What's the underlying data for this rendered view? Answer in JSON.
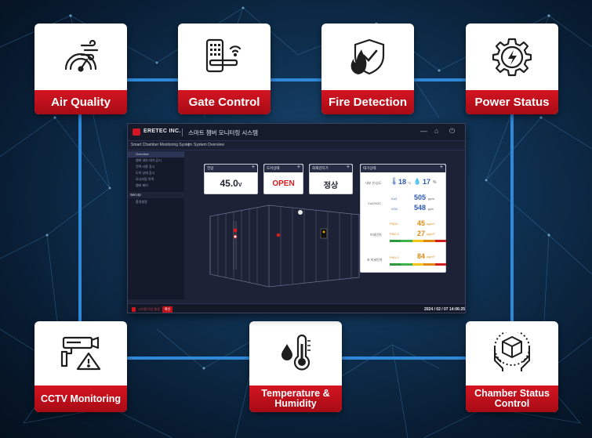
{
  "features": [
    {
      "label": "Air Quality",
      "icon": "air-quality-gauge-icon"
    },
    {
      "label": "Gate Control",
      "icon": "door-lock-keypad-icon"
    },
    {
      "label": "Fire Detection",
      "icon": "fire-shield-icon"
    },
    {
      "label": "Power Status",
      "icon": "gear-lightning-icon"
    },
    {
      "label": "CCTV Monitoring",
      "icon": "cctv-camera-warning-icon"
    },
    {
      "label": "Temperature & Humidity",
      "icon": "thermometer-drop-icon"
    },
    {
      "label": "Chamber Status Control",
      "icon": "hands-box-icon"
    }
  ],
  "app": {
    "brand": "ERETEC INC.",
    "title": "스마트 챔버 모니터링 시스템",
    "breadcrumb": [
      "Smart Chamber Monitoring System",
      "System Overview"
    ],
    "sidebar_items": [
      "Overview",
      "챔버 내부 대기 감시",
      "전력 사용 감시",
      "도어 상태 감시",
      "모니터링 이력",
      "챔버 제어"
    ],
    "sidebar_section": "Set Up",
    "sidebar_setup_items": [
      "환경설정"
    ],
    "status_text": "시스템 이상 발생",
    "status_badge": "확인",
    "date": "2024 / 02 / 07",
    "time": "14:06:25"
  },
  "panels": {
    "voltage": {
      "title": "전압",
      "value": "45.0",
      "unit": "V"
    },
    "door": {
      "title": "도어상태",
      "value": "OPEN"
    },
    "fire": {
      "title": "화재감지기",
      "value": "정상"
    },
    "env": {
      "title": "대기상태",
      "row1_label": "내부 온/습도",
      "temp": "18",
      "temp_unit": "°C",
      "humidity": "17",
      "humidity_unit": "%",
      "row2_label": "Co2/VOC",
      "co2_label": "Co2",
      "co2": "505",
      "co2_unit": "ppm",
      "voc_label": "VOC",
      "voc": "548",
      "voc_unit": "ppb",
      "row3_label": "미세먼지",
      "pm10_label": "PM10",
      "pm10": "45",
      "pm10_unit": "ug/m³",
      "pm25_label": "PM2.5",
      "pm25": "27",
      "pm25_unit": "ug/m³",
      "row4_label": "초 미세먼지",
      "pm1_label": "PM1.0",
      "pm1": "84",
      "pm1_unit": "ug/m³"
    }
  },
  "colors": {
    "accent_red": "#d41522",
    "connector_blue": "#2f88d8",
    "door_red": "#d31c1c",
    "pm_orange": "#e08a12",
    "value_blue": "#2d5bb3"
  }
}
